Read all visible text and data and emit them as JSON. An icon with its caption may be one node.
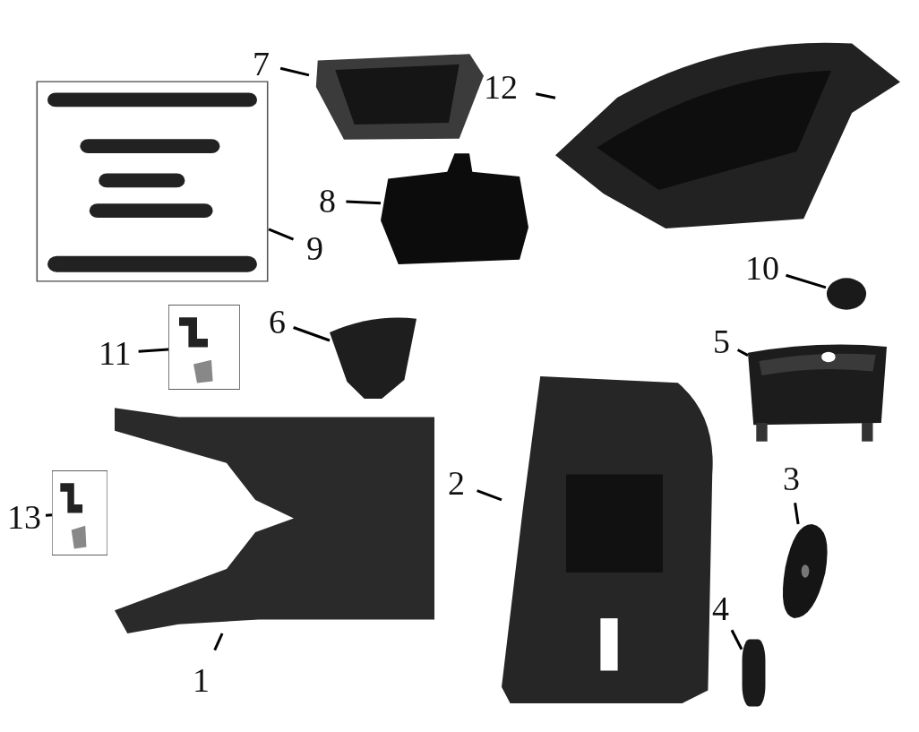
{
  "diagram": {
    "nodes": [
      {
        "text": [
          "7"
        ]
      },
      {
        "text": [],
        "shape": "picture"
      },
      {
        "text": [
          "12"
        ]
      },
      {
        "text": [],
        "shape": "picture"
      },
      {
        "text": [
          "8"
        ]
      },
      {
        "text": [],
        "shape": "picture"
      },
      {
        "text": [
          "9"
        ]
      },
      {
        "text": [],
        "shape": "picture"
      },
      {
        "text": [
          "10"
        ]
      },
      {
        "text": [],
        "shape": "circle"
      },
      {
        "text": [
          "11"
        ]
      },
      {
        "text": [],
        "shape": "picture"
      },
      {
        "text": [
          "6"
        ]
      },
      {
        "text": [],
        "shape": "picture"
      },
      {
        "text": [
          "5"
        ]
      },
      {
        "text": [],
        "shape": "picture"
      },
      {
        "text": [
          "2"
        ]
      },
      {
        "text": [],
        "shape": "picture"
      },
      {
        "text": [
          "3"
        ]
      },
      {
        "text": [],
        "shape": "picture"
      },
      {
        "text": [
          "13"
        ]
      },
      {
        "text": [],
        "shape": "picture"
      },
      {
        "text": [
          "4"
        ]
      },
      {
        "text": [],
        "shape": "bar"
      },
      {
        "text": [
          "1"
        ]
      },
      {
        "text": [],
        "shape": "picture"
      }
    ],
    "edges": [
      {
        "from": 0,
        "to": 1,
        "arrow": "none"
      },
      {
        "from": 2,
        "to": 3,
        "arrow": "none"
      },
      {
        "from": 4,
        "to": 5,
        "arrow": "none"
      },
      {
        "from": 6,
        "to": 7,
        "arrow": "none"
      },
      {
        "from": 8,
        "to": 9,
        "arrow": "none"
      },
      {
        "from": 10,
        "to": 11,
        "arrow": "none"
      },
      {
        "from": 12,
        "to": 13,
        "arrow": "none"
      },
      {
        "from": 14,
        "to": 15,
        "arrow": "none"
      },
      {
        "from": 16,
        "to": 17,
        "arrow": "none"
      },
      {
        "from": 18,
        "to": 19,
        "arrow": "none"
      },
      {
        "from": 20,
        "to": 21,
        "arrow": "none"
      },
      {
        "from": 22,
        "to": 23,
        "arrow": "none"
      },
      {
        "from": 24,
        "to": 25,
        "arrow": "none"
      }
    ]
  }
}
